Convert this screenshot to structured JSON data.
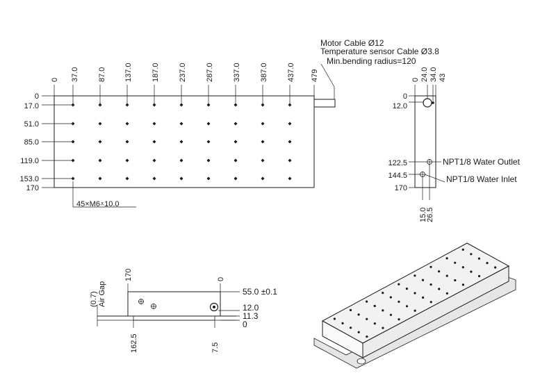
{
  "top_view": {
    "x_dims": [
      "0",
      "37.0",
      "87.0",
      "137.0",
      "187.0",
      "237.0",
      "287.0",
      "337.0",
      "387.0",
      "437.0",
      "479"
    ],
    "y_dims": [
      "0",
      "17.0",
      "51.0",
      "85.0",
      "119.0",
      "153.0",
      "170"
    ],
    "hole_callout": "45×M6⩡10.0"
  },
  "cable_notes": {
    "motor": "Motor Cable Ø12",
    "temp": "Temperature sensor Cable Ø3.8",
    "bend": "Min.bending radius=120"
  },
  "side_view": {
    "top_dims": [
      "0",
      "24.0",
      "34.0",
      "43"
    ],
    "left_dims": [
      "0",
      "12.0",
      "122.5",
      "144.5",
      "170"
    ],
    "bottom_dims": [
      "15.0",
      "26.5"
    ],
    "outlet": "NPT1/8 Water Outlet",
    "inlet": "NPT1/8 Water Inlet"
  },
  "end_view": {
    "top_dims": [
      "170",
      "0"
    ],
    "air_gap": "Air Gap",
    "air_gap_value": "(0.7)",
    "right_dims": [
      "55.0 ±0.1",
      "12.0",
      "11.3",
      "0"
    ],
    "bottom_dims": [
      "162.5",
      "7.5"
    ]
  }
}
